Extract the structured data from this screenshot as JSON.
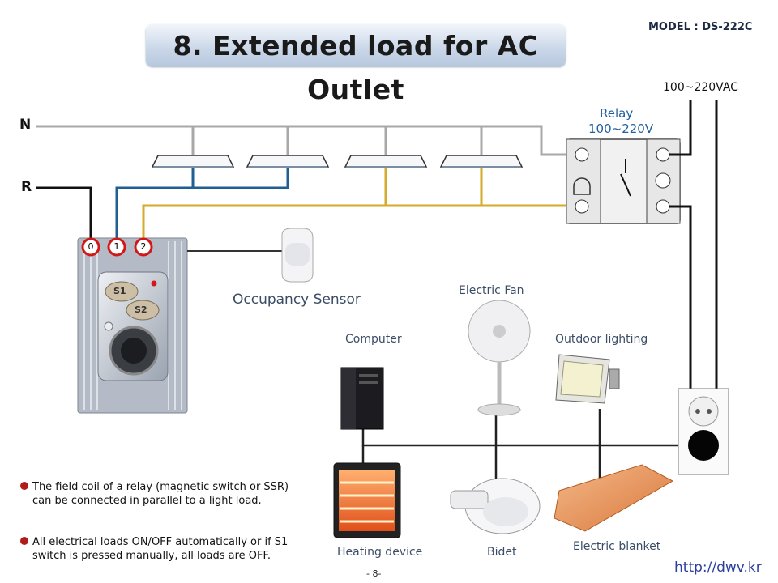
{
  "header": {
    "title": "8. Extended load for AC Outlet",
    "model": "MODEL : DS-222C"
  },
  "wires": {
    "n_label": "N",
    "r_label": "R",
    "supply_label": "100~220VAC"
  },
  "relay": {
    "title": "Relay",
    "voltage": "100~220V"
  },
  "switch": {
    "terminals": [
      "0",
      "1",
      "2"
    ],
    "button_1": "S1",
    "button_2": "S2"
  },
  "devices": {
    "occupancy_sensor": "Occupancy Sensor",
    "electric_fan": "Electric Fan",
    "computer": "Computer",
    "outdoor_lighting": "Outdoor lighting",
    "heating_device": "Heating device",
    "bidet": "Bidet",
    "electric_blanket": "Electric blanket"
  },
  "notes": [
    {
      "line1": "The field coil of a relay (magnetic switch or SSR)",
      "line2": "can be connected in parallel to a light load."
    },
    {
      "line1": "All electrical loads ON/OFF automatically or if S1",
      "line2": "switch is pressed manually, all loads are OFF."
    }
  ],
  "footer": {
    "page": "- 8-",
    "url": "http://dwv.kr"
  },
  "colors": {
    "wire_n": "#a8a8a8",
    "wire_r": "#111111",
    "wire_1": "#1f5f93",
    "wire_2": "#d6aa2a",
    "terminal_ring": "#d01818"
  }
}
